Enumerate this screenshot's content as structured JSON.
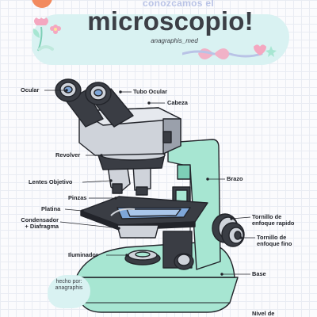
{
  "header": {
    "subtitle": "conozcamos el",
    "title": "microscopio!",
    "handle": "anagraphis_med"
  },
  "labels": {
    "ocular": "Ocular",
    "tubo_ocular": "Tubo Ocular",
    "cabeza": "Cabeza",
    "revolver": "Revolver",
    "brazo": "Brazo",
    "lentes_objetivo": "Lentes Objetivo",
    "pinzas": "Pinzas",
    "platina": "Platina",
    "condensador_line1": "Condensador",
    "condensador_line2": "+ Diafragma",
    "tornillo_rapido_line1": "Tornillo de",
    "tornillo_rapido_line2": "enfoque rapido",
    "tornillo_fino_line1": "Tornillo de",
    "tornillo_fino_line2": "enfoque fino",
    "iluminador": "Iluminador",
    "base": "Base",
    "nivelador": "Nivel de"
  },
  "credit": {
    "line1": "hecho por:",
    "line2": "anagraphis"
  },
  "colors": {
    "mint": "#a7e6d2",
    "mint_dark": "#7dcfb6",
    "header_bg": "#d9f2f2",
    "outline": "#22242a",
    "dark_gray": "#3a3d44",
    "light_gray": "#cfd3da",
    "accent_orange": "#f28a5e",
    "accent_pink": "#f4a7c0"
  }
}
